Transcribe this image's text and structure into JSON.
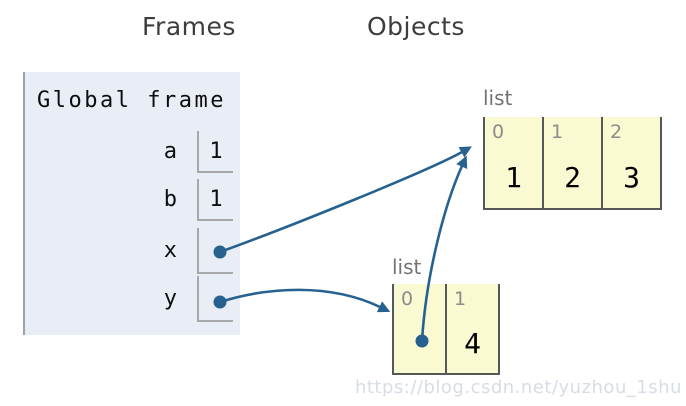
{
  "headers": {
    "frames": "Frames",
    "objects": "Objects"
  },
  "frame": {
    "title": "Global frame",
    "variables": [
      {
        "name": "a",
        "value": "1",
        "is_pointer": false
      },
      {
        "name": "b",
        "value": "1",
        "is_pointer": false
      },
      {
        "name": "x",
        "value": "",
        "is_pointer": true,
        "points_to": "list1"
      },
      {
        "name": "y",
        "value": "",
        "is_pointer": true,
        "points_to": "list2"
      }
    ]
  },
  "objects": {
    "list1": {
      "type_label": "list",
      "cells": [
        {
          "index": "0",
          "value": "1"
        },
        {
          "index": "1",
          "value": "2"
        },
        {
          "index": "2",
          "value": "3"
        }
      ]
    },
    "list2": {
      "type_label": "list",
      "cells": [
        {
          "index": "0",
          "value": "",
          "is_pointer": true,
          "points_to": "list1"
        },
        {
          "index": "1",
          "value": "4"
        }
      ]
    }
  },
  "pointers": [
    {
      "from": "x",
      "to": "list1"
    },
    {
      "from": "y",
      "to": "list2"
    },
    {
      "from": "list2[0]",
      "to": "list1"
    }
  ],
  "watermark": "https://blog.csdn.net/yuzhou_1shu",
  "colors": {
    "arrow": "#26618f",
    "frame_bg": "#e9eef6",
    "frame_border": "#99a3ad",
    "list_bg": "#f9f9d2",
    "table_border": "#54585a",
    "value_cell_border": "#a8a8a8",
    "header_text": "#3d3d3d",
    "object_label_text": "#737373",
    "index_text": "#8c8c8c",
    "watermark_text": "#d7dde4"
  }
}
